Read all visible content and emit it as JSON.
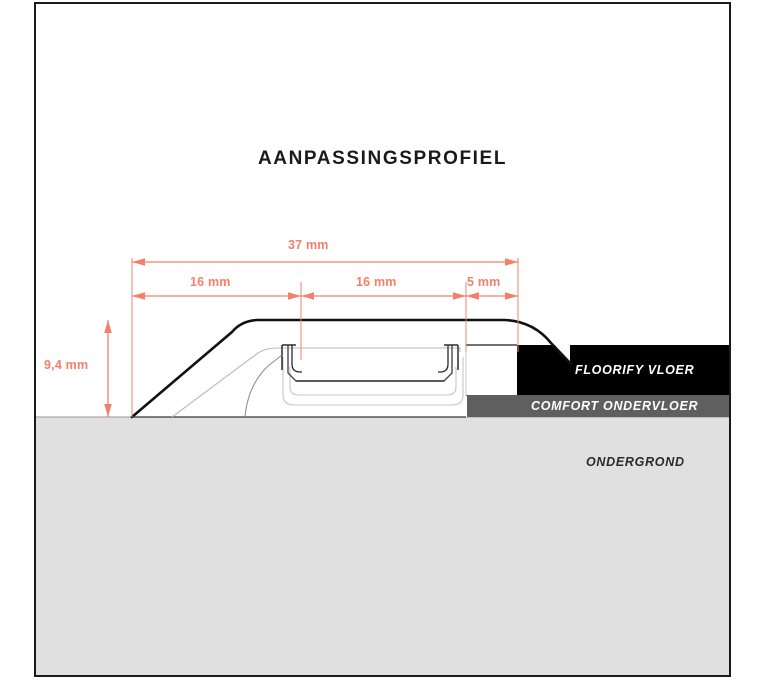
{
  "diagram": {
    "title": "AANPASSINGSPROFIEL",
    "dimensions": {
      "total_width": "37 mm",
      "segment_left": "16 mm",
      "segment_middle": "16 mm",
      "segment_right": "5 mm",
      "height": "9,4 mm"
    },
    "layers": {
      "floor": "FLOORIFY VLOER",
      "underlay": "COMFORT ONDERVLOER",
      "subfloor": "ONDERGROND"
    },
    "colors": {
      "dimension": "#F4806A",
      "outline": "#1a1a1a",
      "floor_band": "#000000",
      "underlay_band": "#5f5f5f",
      "subfloor_fill": "#e0e0e0",
      "frame": "#1a1a1a"
    }
  }
}
